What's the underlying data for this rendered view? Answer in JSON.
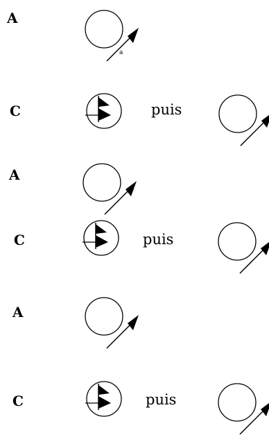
{
  "rows": [
    {
      "label": "A"
    },
    {
      "label": "C",
      "word": "puis"
    },
    {
      "label": "A"
    },
    {
      "label": "C",
      "word": "puis"
    },
    {
      "label": "A"
    },
    {
      "label": "C",
      "word": "puis"
    }
  ],
  "stray_mark": "a"
}
